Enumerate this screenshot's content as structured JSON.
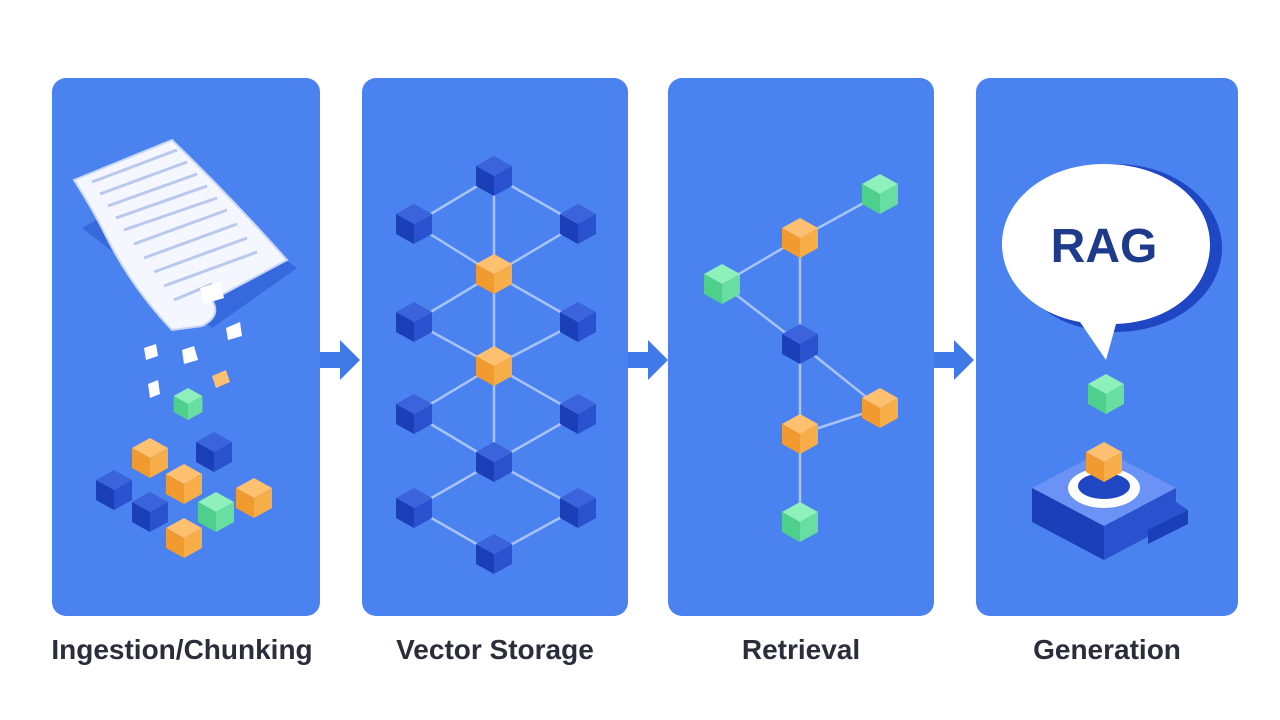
{
  "stages": [
    {
      "label": "Ingestion/Chunking",
      "icon": "document-chunks-icon"
    },
    {
      "label": "Vector Storage",
      "icon": "vector-graph-icon"
    },
    {
      "label": "Retrieval",
      "icon": "retrieval-path-icon"
    },
    {
      "label": "Generation",
      "icon": "speech-bubble-generator-icon"
    }
  ],
  "generation": {
    "bubble_text": "RAG"
  },
  "colors": {
    "panel": "#4a82f0",
    "cube_blue": "#1f47c4",
    "cube_orange": "#f5a138",
    "cube_green": "#5fd99a",
    "arrow": "#3f7ae8",
    "label_text": "#2a2e3a"
  }
}
